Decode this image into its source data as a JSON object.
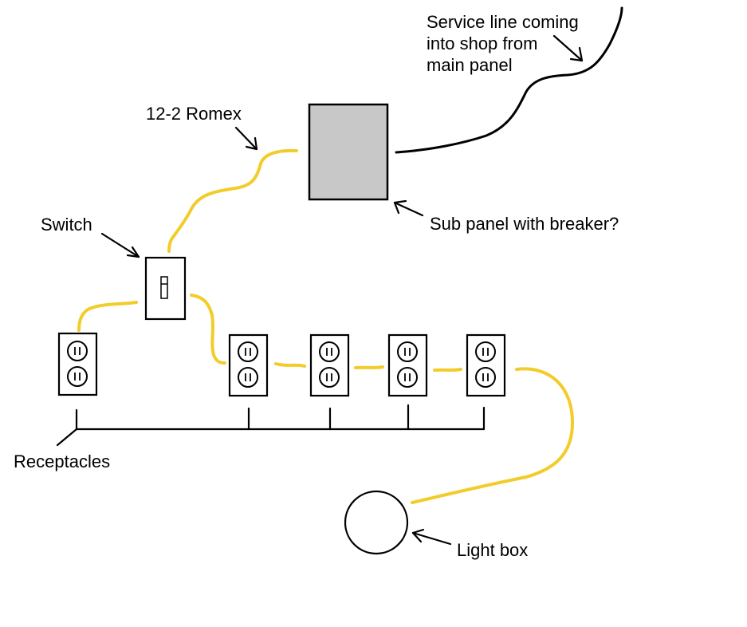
{
  "labels": {
    "service_line": [
      "Service line coming",
      "into shop from",
      "main panel"
    ],
    "romex": "12-2 Romex",
    "switch": "Switch",
    "sub_panel": "Sub panel with breaker?",
    "receptacles": "Receptacles",
    "light_box": "Light box"
  },
  "colors": {
    "wire": "#f2cc2a",
    "panel_fill": "#c8c8c8",
    "line": "#000000"
  }
}
